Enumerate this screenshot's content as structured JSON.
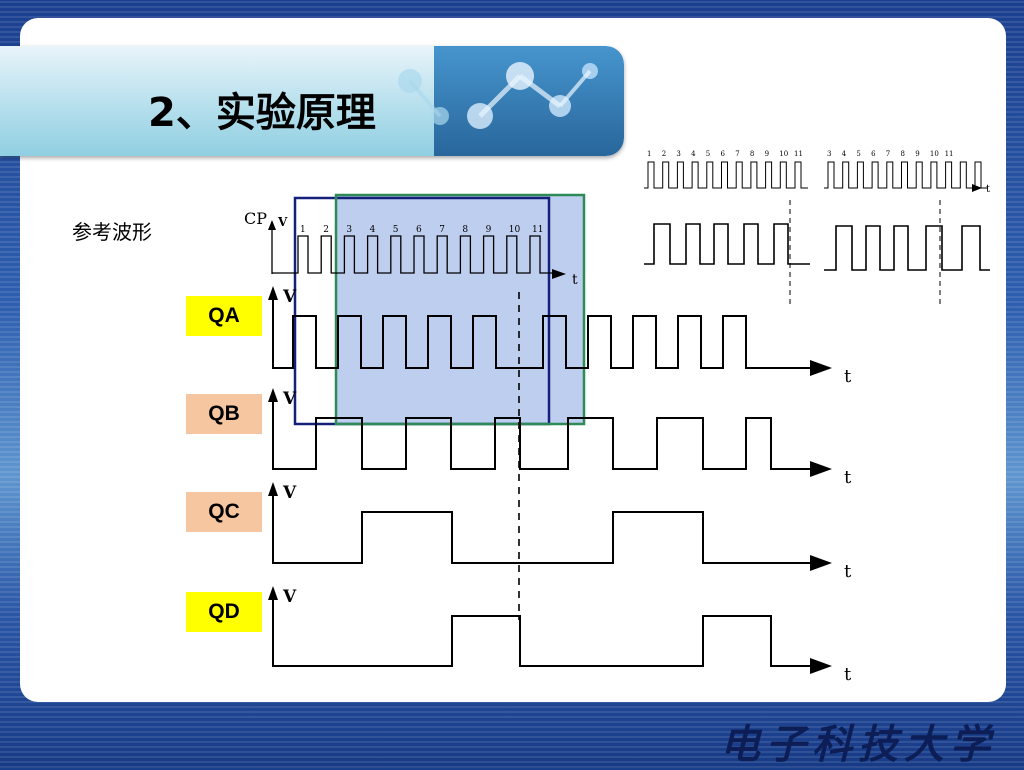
{
  "slide": {
    "title": "2、实验原理",
    "ref_label": "参考波形",
    "footer_logo": "电子科技大学"
  },
  "diagram": {
    "cp_label": "CP",
    "v_label": "V",
    "t_label": "t",
    "cp_pulse_numbers": [
      "1",
      "2",
      "3",
      "4",
      "5",
      "6",
      "7",
      "8",
      "9",
      "10",
      "11"
    ],
    "signals": [
      {
        "name": "QA",
        "chip_color": "#ffff00"
      },
      {
        "name": "QB",
        "chip_color": "#f6c6a0"
      },
      {
        "name": "QC",
        "chip_color": "#f6c6a0"
      },
      {
        "name": "QD",
        "chip_color": "#ffff00"
      }
    ]
  },
  "colors": {
    "navy_box": "#15207a",
    "green_box": "#2e8b57",
    "overlay_fill": "#6f93dc"
  }
}
